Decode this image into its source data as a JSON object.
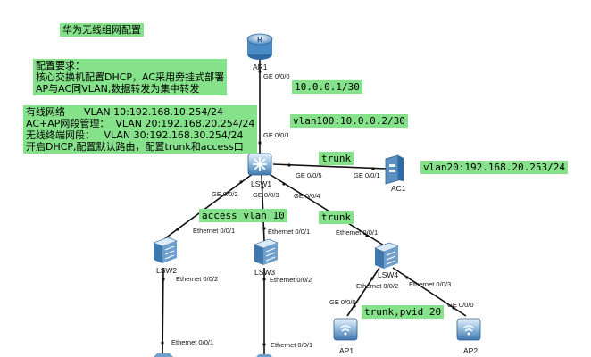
{
  "notes": {
    "title": "华为无线组网配置",
    "requirements": "配置要求：\n核心交换机配置DHCP，AC采用旁挂式部署\nAP与AC同VLAN,数据转发为集中转发",
    "vlans": "有线网络      VLAN 10:192.168.10.254/24\nAC+AP网段管理：  VLAN 20:192.168.20.254/24\n无线终端网段：   VLAN 30:192.168.30.254/24\n开启DHCP,配置默认路由，配置trunk和access口"
  },
  "link_labels": {
    "ar1_ip": "10.0.0.1/30",
    "vlan100": "vlan100:10.0.0.2/30",
    "trunk_ac": "trunk",
    "ac_vlan20": "vlan20:192.168.20.253/24",
    "access_vlan10": "access vlan 10",
    "trunk_lsw4": "trunk",
    "trunk_pvid": "trunk,pvid 20"
  },
  "devices": {
    "ar1": "AR1",
    "lsw1": "LSW1",
    "ac1": "AC1",
    "lsw2": "LSW2",
    "lsw3": "LSW3",
    "lsw4": "LSW4",
    "ap1": "AP1",
    "ap2": "AP2"
  },
  "ports": {
    "ar1_ge000": "GE 0/0/0",
    "lsw1_ge001": "GE 0/0/1",
    "lsw1_ge005": "GE 0/0/5",
    "ac1_ge001": "GE 0/0/1",
    "lsw1_ge002": "GE 0/0/2",
    "lsw1_ge003": "GE 0/0/3",
    "lsw1_ge004": "GE 0/0/4",
    "lsw2_eth001": "Ethernet 0/0/1",
    "lsw3_eth001": "Ethernet 0/0/1",
    "lsw4_eth001": "Ethernet 0/0/1",
    "lsw2_eth002": "Ethernet 0/0/2",
    "lsw3_eth002": "Ethernet 0/0/2",
    "lsw4_eth002": "Ethernet 0/0/2",
    "lsw4_eth003": "Ethernet 0/0/3",
    "ap1_ge000": "GE 0/0/0",
    "ap2_ge000": "GE 0/0/0",
    "bottom_left_eth001": "Ethernet 0/0/1",
    "bottom_mid_eth001": "Ethernet 0/0/1"
  }
}
